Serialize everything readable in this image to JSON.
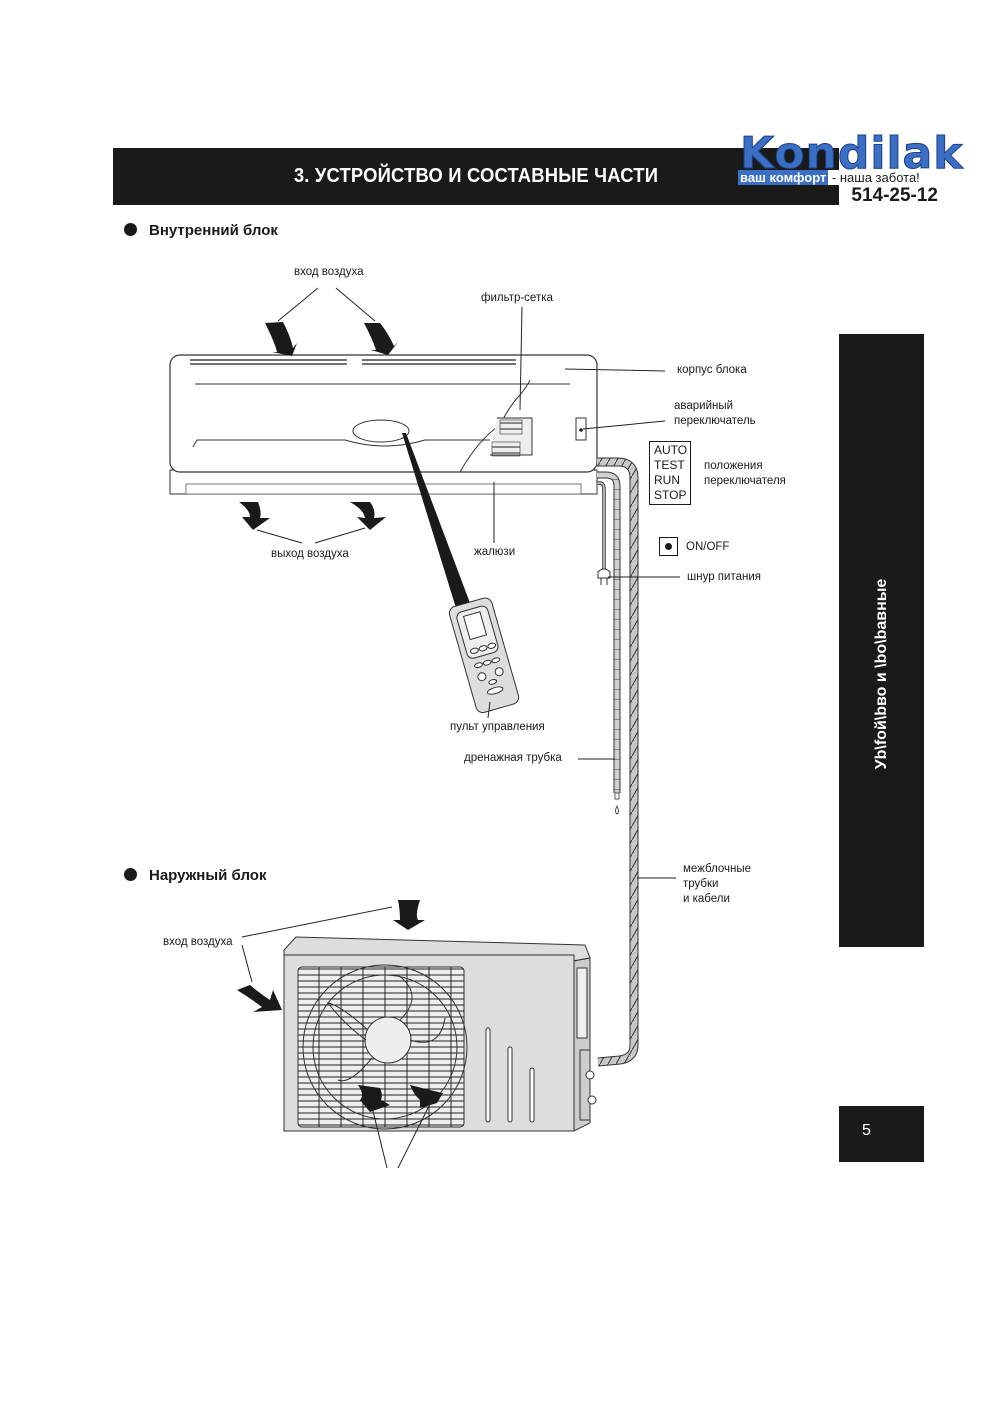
{
  "header": {
    "title": "3. УСТРОЙСТВО И СОСТАВНЫЕ ЧАСТИ"
  },
  "logo": {
    "brand": "Kondilak",
    "slogan_part1": "ваш комфорт",
    "slogan_part2": " - наша забота!",
    "phone": "514-25-12",
    "brand_color": "#3b6fc4"
  },
  "indoor": {
    "heading": "Внутренний блок",
    "labels": {
      "air_inlet": "вход воздуха",
      "filter": "фильтр-сетка",
      "body": "корпус блока",
      "emergency_switch_line1": "аварийный",
      "emergency_switch_line2": "переключатель",
      "switch_positions_line1": "положения",
      "switch_positions_line2": "переключателя",
      "air_outlet": "выход воздуха",
      "louvers": "жалюзи",
      "on_off": "ON/OFF",
      "power_cord": "шнур питания",
      "remote": "пульт управления",
      "drain_pipe": "дренажная трубка",
      "pipes_line1": "межблочные",
      "pipes_line2": "трубки",
      "pipes_line3": "и кабели"
    },
    "switch_modes": [
      "AUTO",
      "TEST",
      "RUN",
      "STOP"
    ]
  },
  "outdoor": {
    "heading": "Наружный блок",
    "labels": {
      "air_inlet": "вход воздуха"
    }
  },
  "side_tab": {
    "text": "Уb\\foй\\bво и \\bo\\bавные"
  },
  "page": {
    "number": "5"
  }
}
